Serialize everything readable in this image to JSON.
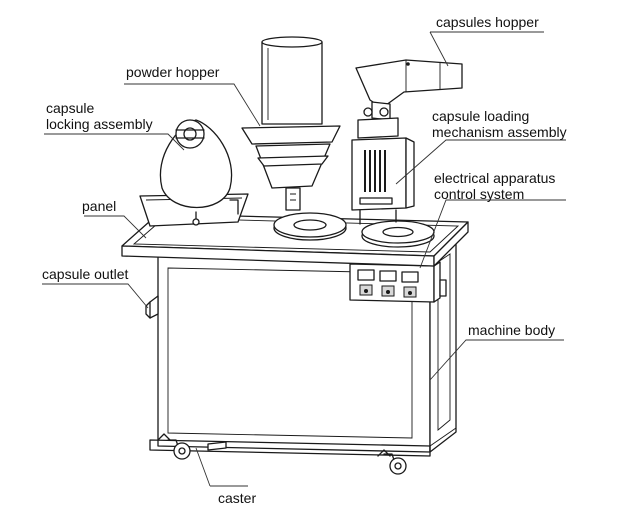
{
  "labels": {
    "capsules_hopper": "capsules hopper",
    "powder_hopper": "powder hopper",
    "capsule_locking_assembly": "capsule\nlocking assembly",
    "capsule_loading_mechanism": "capsule loading\nmechanism assembly",
    "electrical_control": "electrical apparatus\ncontrol system",
    "panel": "panel",
    "capsule_outlet": "capsule outlet",
    "machine_body": "machine body",
    "caster": "caster"
  },
  "colors": {
    "line": "#1a1a1a",
    "background": "#ffffff",
    "text": "#111111"
  }
}
